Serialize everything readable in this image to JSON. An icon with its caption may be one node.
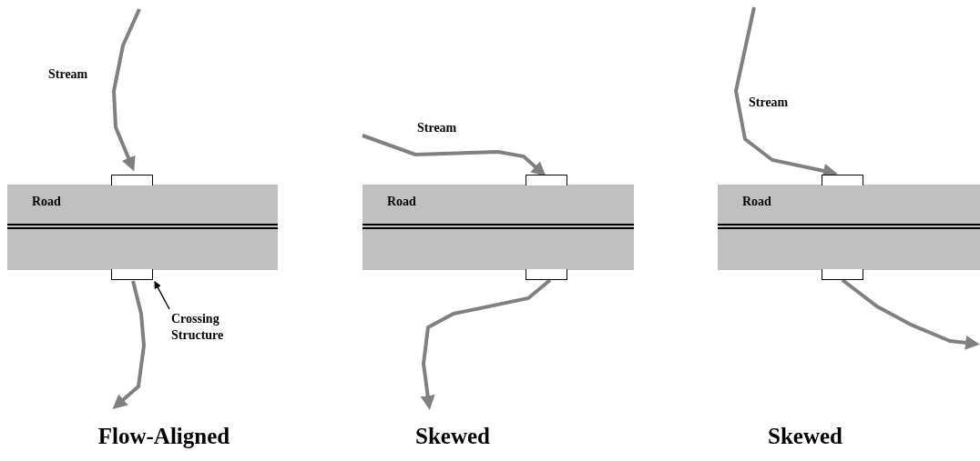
{
  "diagram": {
    "nodes": [
      {
        "text": [],
        "shape": "box"
      },
      {
        "text": [
          "Road"
        ]
      },
      {
        "text": [],
        "shape": "box"
      },
      {
        "text": [
          "Crossing Structure"
        ]
      },
      {
        "text": [],
        "shape": "box"
      },
      {
        "text": [
          "Road"
        ]
      },
      {
        "text": [],
        "shape": "box"
      },
      {
        "text": [],
        "shape": "box"
      },
      {
        "text": [
          "Road"
        ]
      },
      {
        "text": [],
        "shape": "box"
      }
    ],
    "edges": [
      {
        "from": 3,
        "to": 2,
        "arrow": "to",
        "color": "#000000"
      },
      {
        "from": null,
        "to": 0,
        "arrow": "to"
      },
      {
        "from": 2,
        "to": null,
        "arrow": "to"
      },
      {
        "from": null,
        "to": 4,
        "arrow": "to"
      },
      {
        "from": 6,
        "to": null,
        "arrow": "to"
      },
      {
        "from": null,
        "to": 7,
        "arrow": "to"
      },
      {
        "from": 9,
        "to": null,
        "arrow": "to"
      }
    ],
    "labels": [
      "Stream",
      "Flow-Aligned",
      "Stream",
      "Skewed",
      "Stream",
      "Skewed"
    ]
  }
}
